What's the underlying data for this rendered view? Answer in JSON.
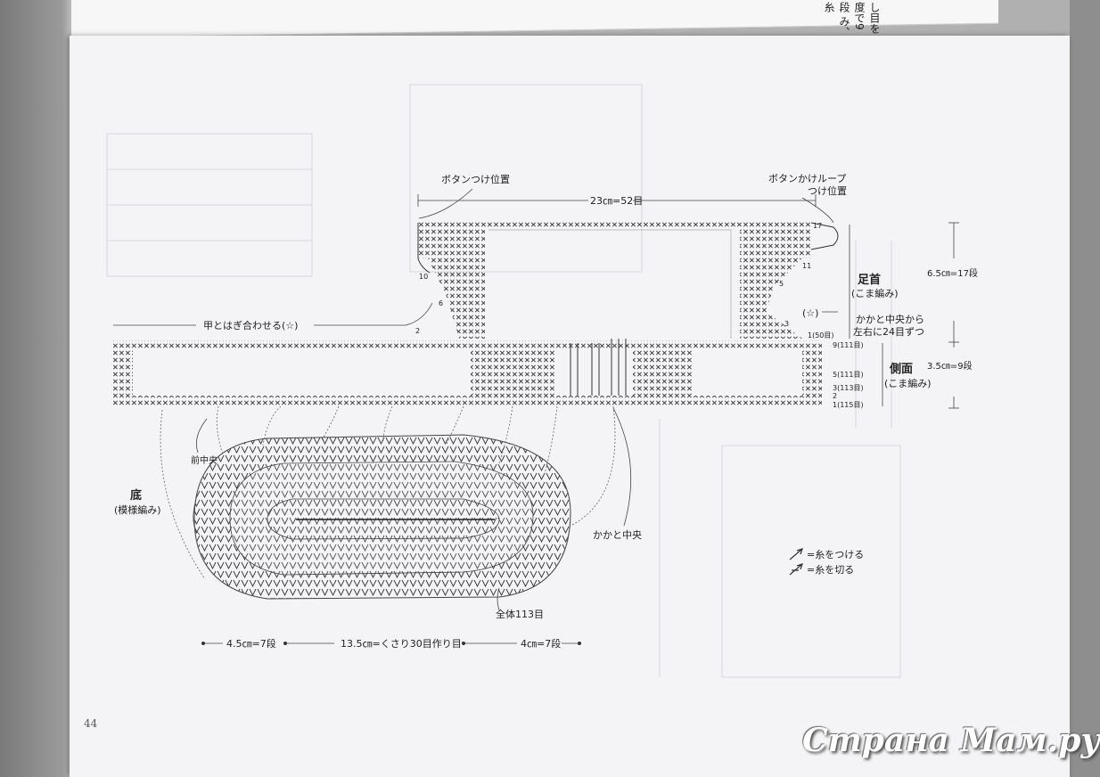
{
  "top_right_text": "し目を\n度で9段\nみ、糸",
  "page_number": "44",
  "watermark": "Страна Мам.ру",
  "labels": {
    "button_pos": "ボタンつけ位置",
    "loop_pos_1": "ボタンかけループ",
    "loop_pos_2": "つけ位置",
    "top_width": "23㎝=52目",
    "join_note": "甲とはぎ合わせる(☆)",
    "star": "(☆)",
    "ankle_title": "足首",
    "ankle_sub": "(こま編み)",
    "heel_center_1": "かかと中央から",
    "heel_center_2": "左右に24目ずつ",
    "side_title": "側面",
    "side_sub": "(こま編み)",
    "height_top": "6.5㎝=17段",
    "height_bottom": "3.5㎝=9段",
    "front_center": "前中央",
    "sole_title": "底",
    "sole_sub": "(模様編み)",
    "heel_center": "かかと中央",
    "total": "全体113目",
    "dim_left": "4.5㎝=7段",
    "dim_mid": "13.5㎝=くさり30目作り目",
    "dim_right": "4㎝=7段"
  },
  "row_marks": {
    "r17": "17",
    "r11": "11",
    "r10": "10",
    "r6": "6",
    "r5": "5",
    "r3": "3",
    "r2": "2",
    "r1_50": "1(50目)",
    "s9": "9(111目)",
    "s5": "5(111目)",
    "s3": "3(113目)",
    "s2": "2",
    "s1": "1(115目)"
  },
  "legend": {
    "attach": "=糸をつける",
    "cut": "=糸を切る"
  },
  "colors": {
    "ink": "#222222",
    "paper": "#f4f4f6",
    "ghost": "#c9ccd3"
  }
}
